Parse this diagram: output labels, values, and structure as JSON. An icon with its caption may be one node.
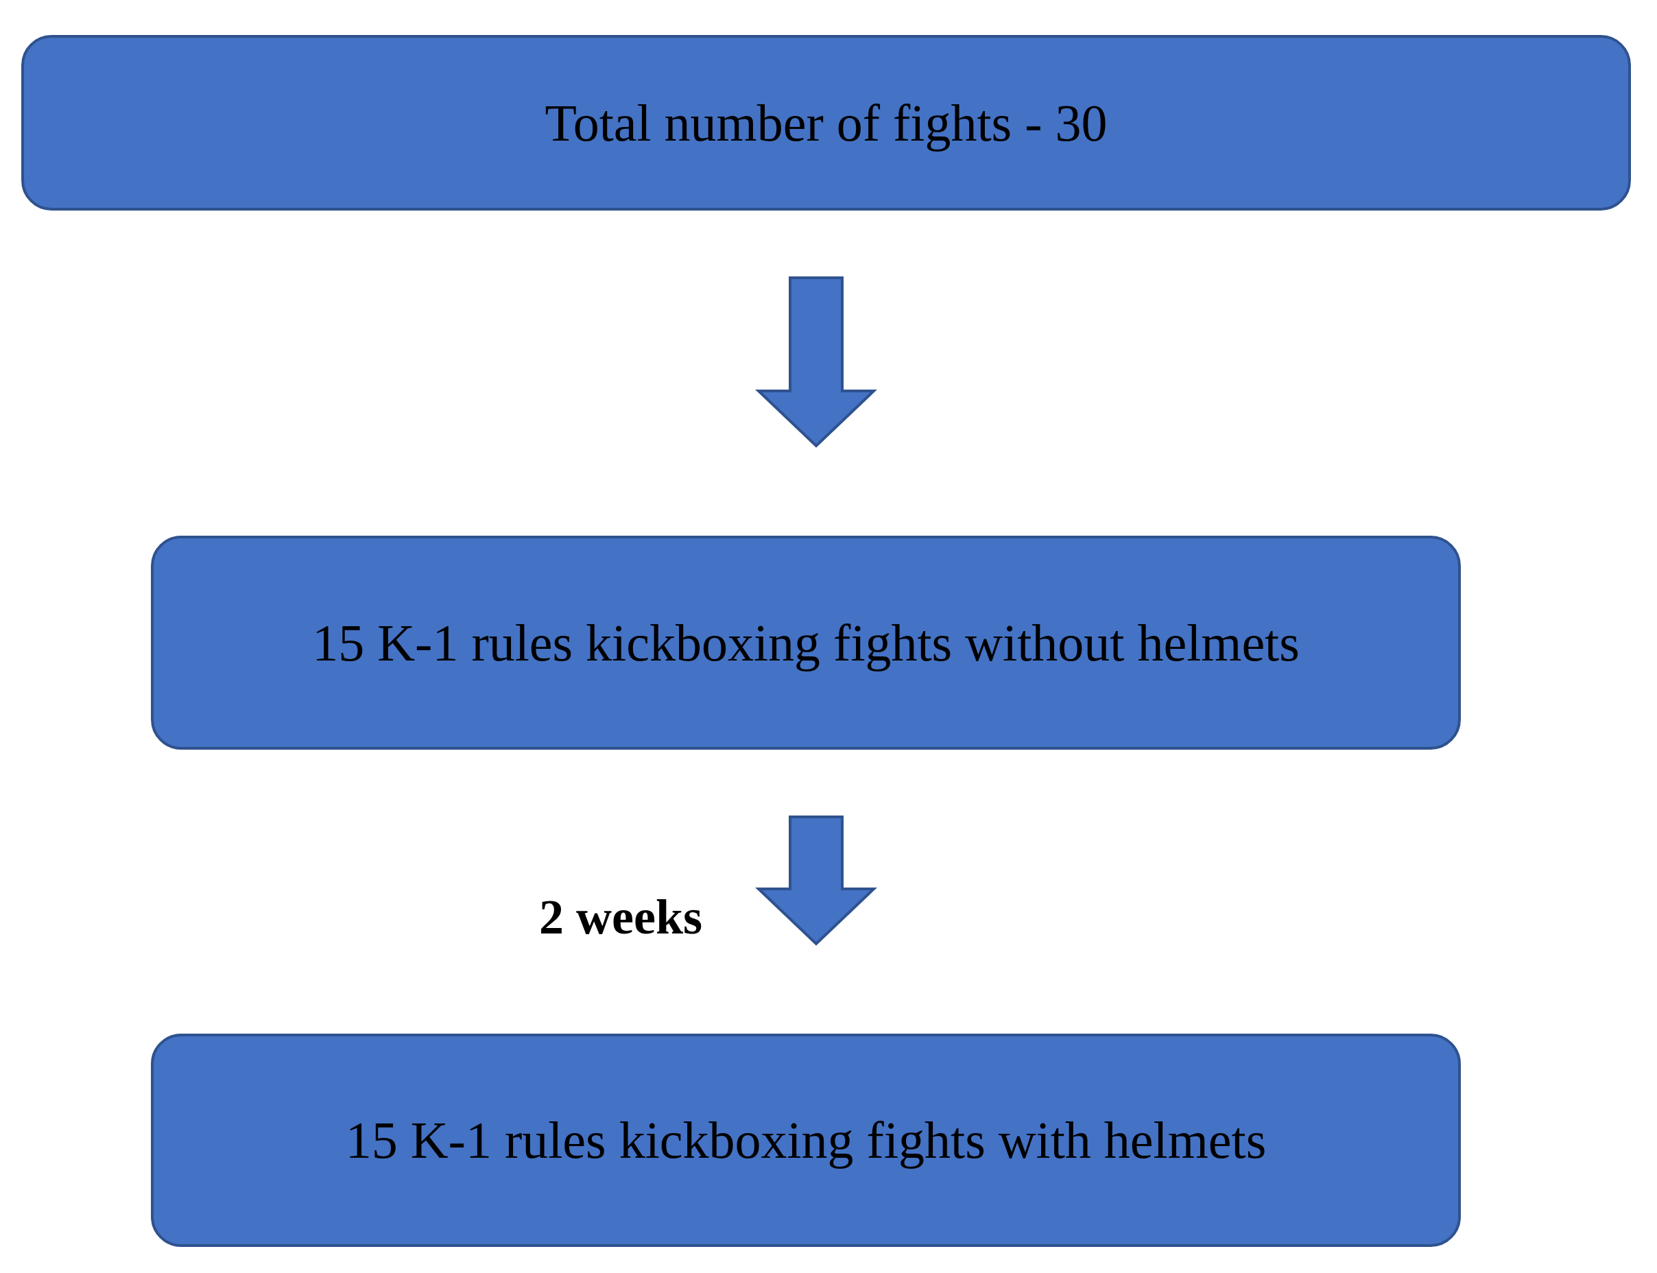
{
  "diagram": {
    "nodes": [
      {
        "text": [
          "Total number of fights - 30"
        ]
      },
      {
        "text": [
          "15 K-1 rules kickboxing fights without helmets"
        ]
      },
      {
        "text": [
          "15 K-1 rules kickboxing fights with helmets"
        ]
      }
    ],
    "edges": [
      {
        "from": 0,
        "to": 1,
        "arrow": "to"
      },
      {
        "from": 1,
        "to": 2,
        "arrow": "to",
        "label": "2 weeks"
      }
    ]
  }
}
